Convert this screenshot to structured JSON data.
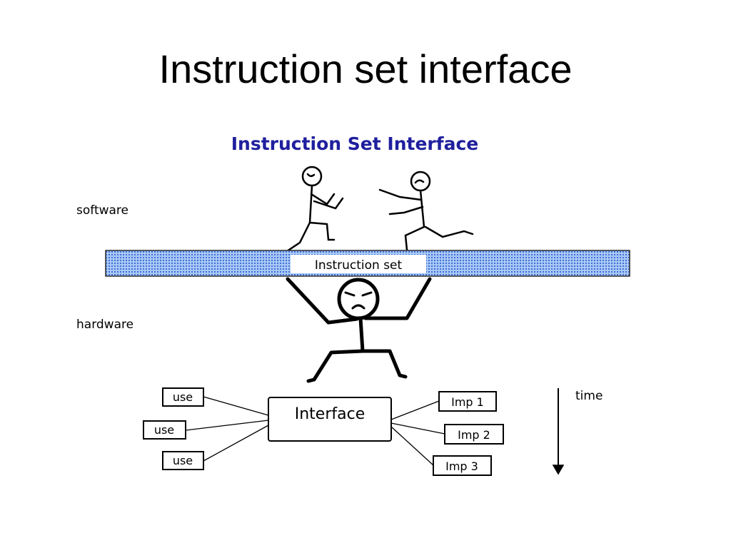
{
  "slide": {
    "title": "Instruction set interface"
  },
  "diagram": {
    "heading": "Instruction Set Interface",
    "software_label": "software",
    "hardware_label": "hardware",
    "bar_label": "Instruction set",
    "interface_label": "Interface",
    "uses": [
      "use",
      "use",
      "use"
    ],
    "imps": [
      "Imp 1",
      "Imp 2",
      "Imp 3"
    ],
    "time_label": "time",
    "colors": {
      "heading": "#1f1f9e",
      "bar_fill": "#a9c8f5",
      "bar_dots": "#3f6fd8"
    }
  }
}
